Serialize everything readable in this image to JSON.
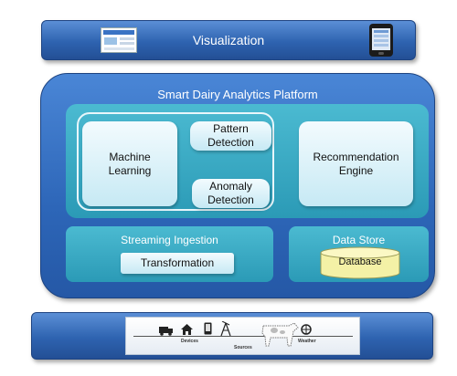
{
  "visualization": {
    "title": "Visualization"
  },
  "platform": {
    "title": "Smart Dairy Analytics Platform",
    "machine_learning": "Machine Learning",
    "pattern_detection": "Pattern Detection",
    "anomaly_detection": "Anomaly Detection",
    "recommendation_engine": "Recommendation Engine",
    "streaming_ingestion": "Streaming Ingestion",
    "transformation": "Transformation",
    "data_store": "Data Store",
    "database": "Database"
  },
  "sources": {
    "devices_label": "Devices",
    "weather_label": "Weather",
    "sources_label": "Sources"
  },
  "icons": [
    "laptop-screenshot-icon",
    "phone-icon",
    "truck-icon",
    "house-icon",
    "smartphone-icon",
    "antenna-tower-icon",
    "cow-icon",
    "weather-icon"
  ],
  "colors": {
    "dark_blue": "#2e63b0",
    "teal": "#2b9ab6",
    "card_light": "#c6e9f4"
  }
}
